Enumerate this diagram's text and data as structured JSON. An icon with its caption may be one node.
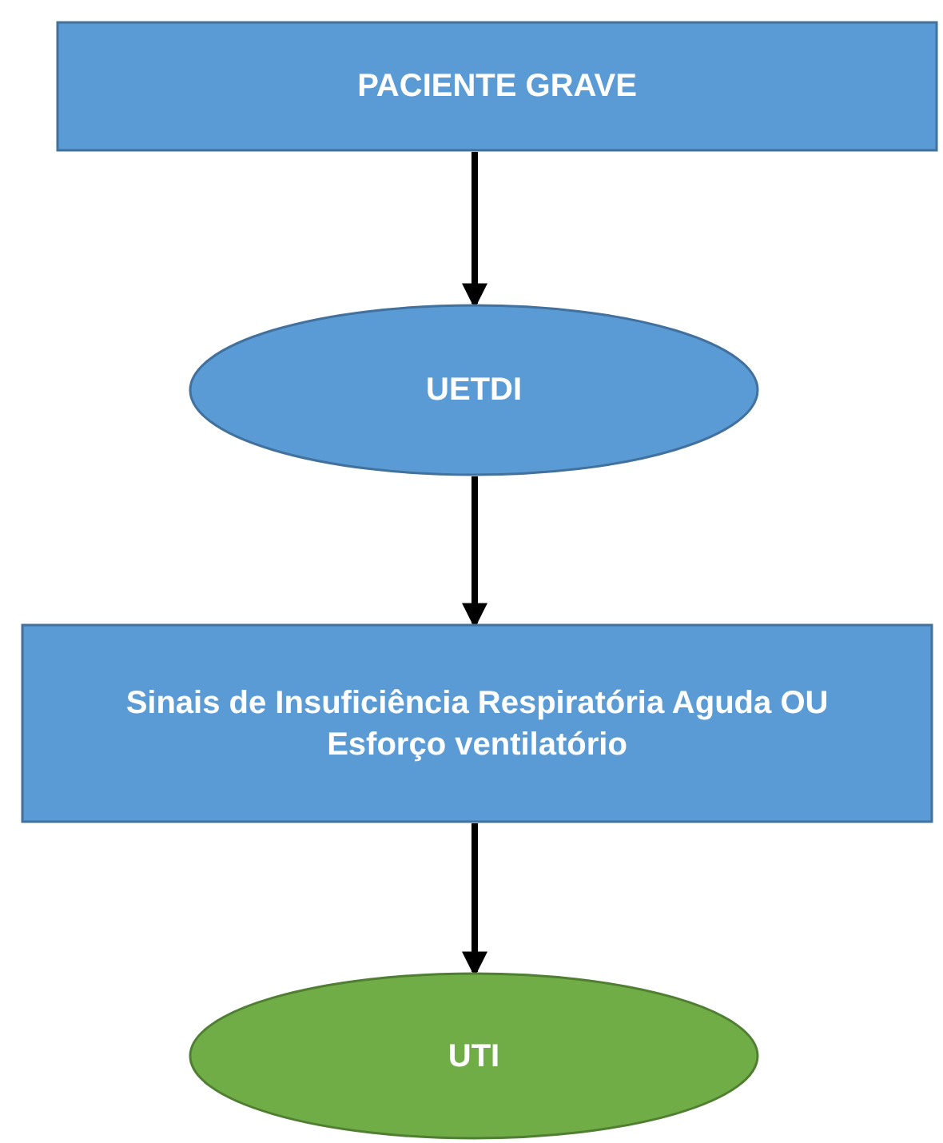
{
  "diagram": {
    "nodes": [
      {
        "text": [
          "PACIENTE GRAVE"
        ]
      },
      {
        "text": [
          "UETDI"
        ]
      },
      {
        "text": [
          "Sinais de Insuficiência Respiratória Aguda OU Esforço ventilatório"
        ]
      },
      {
        "text": [
          "UTI"
        ]
      }
    ],
    "edges": [
      {
        "from": 0,
        "to": 1,
        "arrow": "to"
      },
      {
        "from": 1,
        "to": 2,
        "arrow": "to"
      },
      {
        "from": 2,
        "to": 3,
        "arrow": "to"
      }
    ]
  }
}
